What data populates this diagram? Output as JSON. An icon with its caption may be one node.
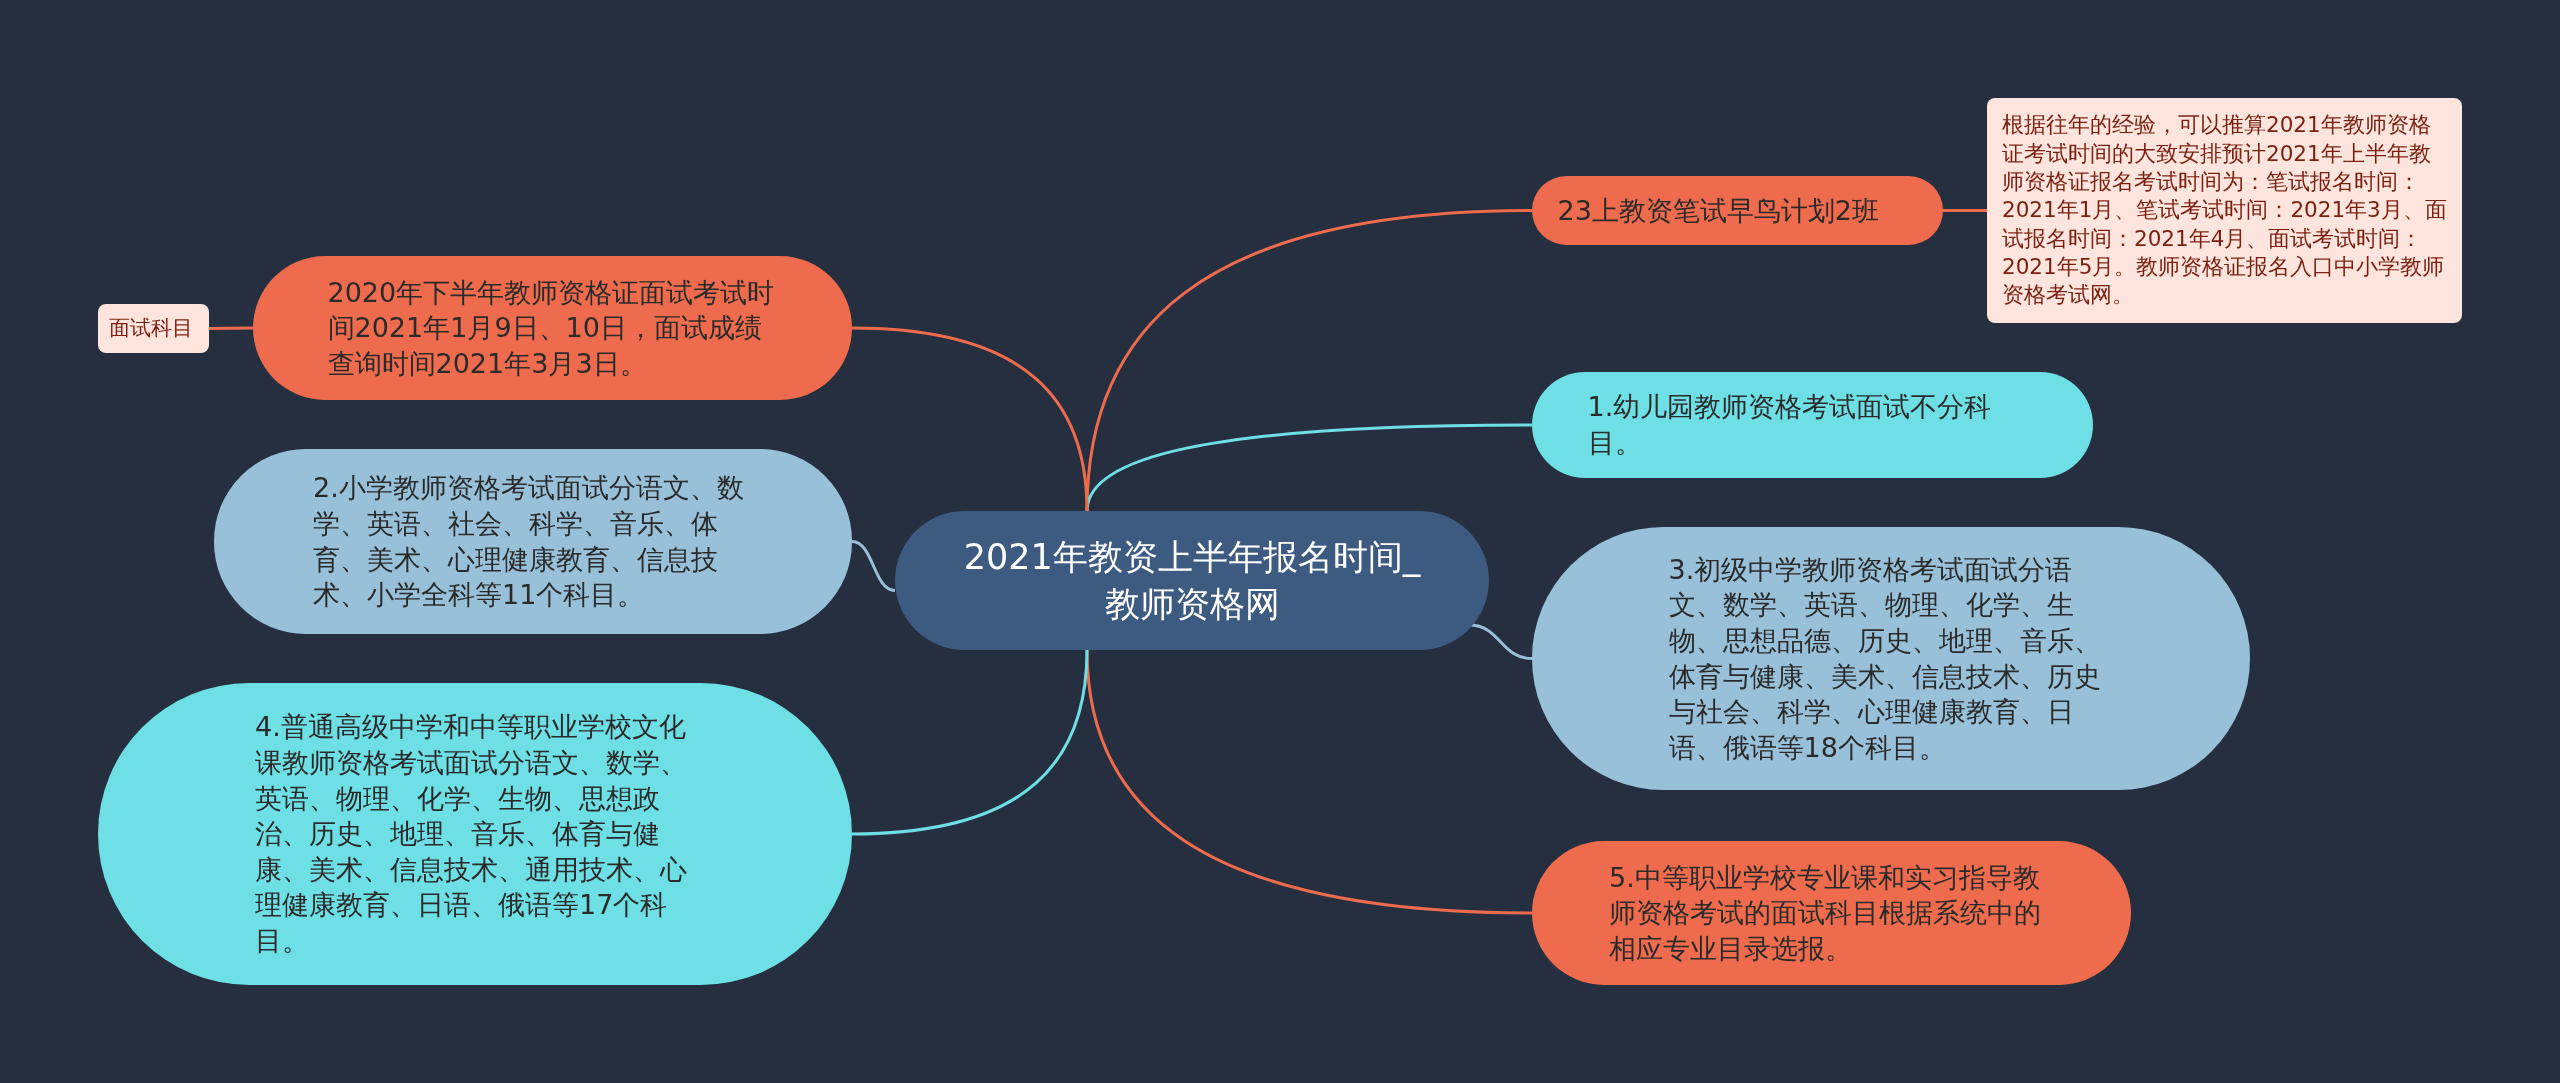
{
  "diagram": {
    "nodes": [
      {
        "text": [
          "2021年教资上半年报名时间_教师资格网"
        ]
      },
      {
        "text": [
          "23上教资笔试早鸟计划2班"
        ]
      },
      {
        "text": [
          "根据往年的经验，可以推算2021年教师资格证考试时间的大致安排预计2021年上半年教师资格证报名考试时间为：笔试报名时间：2021年1月、笔试考试时间：2021年3月、面试报名时间：2021年4月、面试考试时间：2021年5月。教师资格证报名入口中小学教师资格考试网。"
        ]
      },
      {
        "text": [
          "1.幼儿园教师资格考试面试不分科目。"
        ]
      },
      {
        "text": [
          "3.初级中学教师资格考试面试分语文、数学、英语、物理、化学、生物、思想品德、历史、地理、音乐、体育与健康、美术、信息技术、历史与社会、科学、心理健康教育、日语、俄语等18个科目。"
        ]
      },
      {
        "text": [
          "5.中等职业学校专业课和实习指导教师资格考试的面试科目根据系统中的相应专业目录选报。"
        ]
      },
      {
        "text": [
          "2020年下半年教师资格证面试考试时间2021年1月9日、10日，面试成绩查询时间2021年3月3日。"
        ]
      },
      {
        "text": [
          "面试科目"
        ]
      },
      {
        "text": [
          "2.小学教师资格考试面试分语文、数学、英语、社会、科学、音乐、体育、美术、心理健康教育、信息技术、小学全科等11个科目。"
        ]
      },
      {
        "text": [
          "4.普通高级中学和中等职业学校文化课教师资格考试面试分语文、数学、英语、物理、化学、生物、思想政治、历史、地理、音乐、体育与健康、美术、信息技术、通用技术、心理健康教育、日语、俄语等17个科目。"
        ]
      }
    ],
    "edges": [
      {
        "from": 0,
        "to": 1,
        "arrow": "none"
      },
      {
        "from": 1,
        "to": 2,
        "arrow": "none"
      },
      {
        "from": 0,
        "to": 3,
        "arrow": "none",
        "color": "#6ddfe5"
      },
      {
        "from": 0,
        "to": 4,
        "arrow": "none",
        "color": "#98c1d9"
      },
      {
        "from": 0,
        "to": 5,
        "arrow": "none"
      },
      {
        "from": 0,
        "to": 6,
        "arrow": "none"
      },
      {
        "from": 6,
        "to": 7,
        "arrow": "none"
      },
      {
        "from": 0,
        "to": 8,
        "arrow": "none",
        "color": "#98c1d9"
      },
      {
        "from": 0,
        "to": 9,
        "arrow": "none",
        "color": "#6ddfe5"
      }
    ]
  }
}
